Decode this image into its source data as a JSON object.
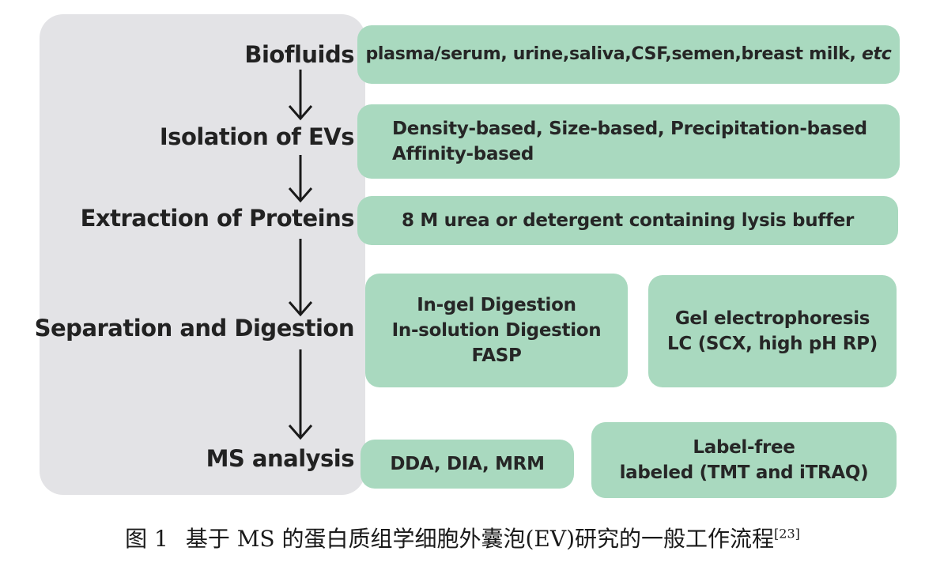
{
  "steps": [
    {
      "label": "Biofluids",
      "arrow_after": true
    },
    {
      "label": "Isolation of EVs",
      "arrow_after": true
    },
    {
      "label": "Extraction of Proteins",
      "arrow_after": true
    },
    {
      "label": "Separation and Digestion",
      "arrow_after": true
    },
    {
      "label": "MS analysis",
      "arrow_after": false
    }
  ],
  "boxes": {
    "biofluids": {
      "text": "plasma/serum, urine,saliva,CSF,semen,breast milk, ",
      "italic_suffix": "etc"
    },
    "isolation": {
      "lines": [
        "Density-based, Size-based, Precipitation-based",
        "Affinity-based"
      ]
    },
    "extraction": {
      "lines": [
        "8 M urea or detergent containing lysis buffer"
      ]
    },
    "digestion": {
      "lines": [
        "In-gel Digestion",
        "In-solution Digestion",
        "FASP"
      ]
    },
    "separation": {
      "lines": [
        "Gel electrophoresis",
        "LC (SCX, high pH RP)"
      ]
    },
    "ms_acquisition": {
      "lines": [
        "DDA, DIA, MRM"
      ]
    },
    "ms_quantification": {
      "lines": [
        "Label-free",
        "labeled (TMT and iTRAQ)"
      ]
    }
  },
  "caption": {
    "figure_number": "图 1",
    "text": "基于 MS 的蛋白质组学细胞外囊泡(EV)研究的一般工作流程",
    "reference": "[23]"
  },
  "colors": {
    "panel": "#e3e3e6",
    "box": "#a9d9bf",
    "text": "#222222"
  }
}
